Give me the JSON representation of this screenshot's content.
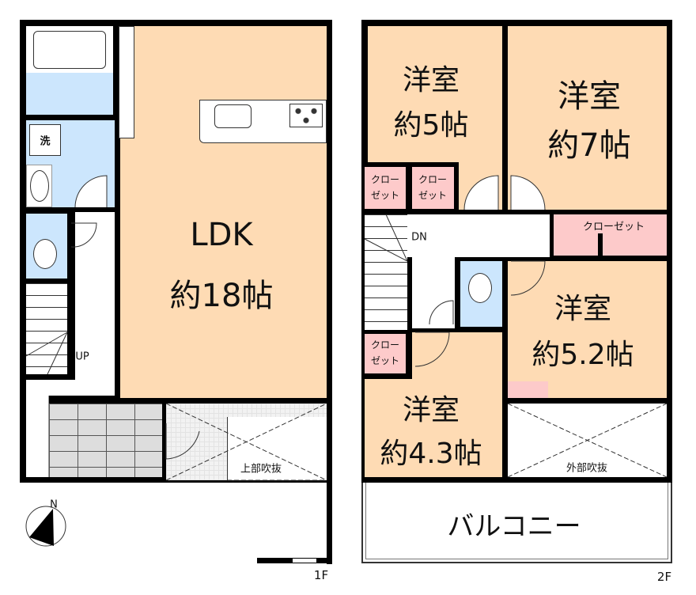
{
  "floor1": {
    "label": "1F",
    "ldk_name": "LDK",
    "ldk_size": "約18帖",
    "laundry_mark": "洗",
    "stairs_label": "UP",
    "void_label": "上部吹抜",
    "compass_label": "N"
  },
  "floor2": {
    "label": "2F",
    "rooms": [
      {
        "name": "洋室",
        "size": "約5帖"
      },
      {
        "name": "洋室",
        "size": "約7帖"
      },
      {
        "name": "洋室",
        "size": "約5.2帖"
      },
      {
        "name": "洋室",
        "size": "約4.3帖"
      }
    ],
    "closet_label": "クローゼット",
    "closet_short_1": "クロー",
    "closet_short_2": "ゼット",
    "stairs_label": "DN",
    "void_label": "外部吹抜",
    "balcony_label": "バルコニー"
  },
  "colors": {
    "room": "#fedbb4",
    "wet_area": "#cce6fd",
    "closet": "#fdcaca"
  }
}
